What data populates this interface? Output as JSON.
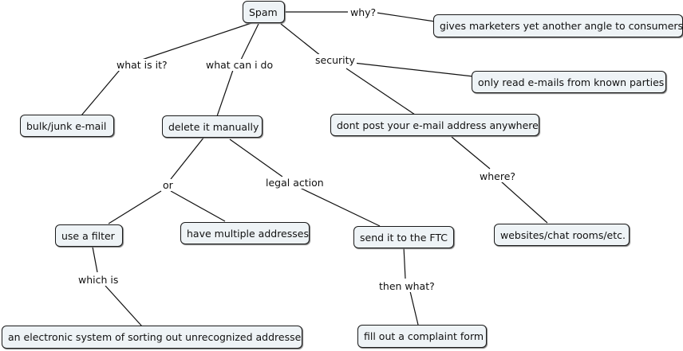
{
  "nodes": {
    "spam": "Spam",
    "gives": "gives marketers yet another angle to consumers",
    "bulk": "bulk/junk e-mail",
    "delete": "delete it manually",
    "only_read": "only read e-mails from known parties",
    "dont_post": "dont post your e-mail address anywhere",
    "filter": "use a filter",
    "multiple": "have multiple addresses",
    "ftc": "send it to the FTC",
    "websites": "websites/chat rooms/etc.",
    "electronic": "an electronic system of sorting out unrecognized addresses",
    "complaint": "fill out a complaint form"
  },
  "links": {
    "why": "why?",
    "what_is_it": "what is it?",
    "what_can_i_do": "what can i do",
    "security": "security",
    "or": "or",
    "legal_action": "legal action",
    "where": "where?",
    "which_is": "which is",
    "then_what": "then what?"
  }
}
